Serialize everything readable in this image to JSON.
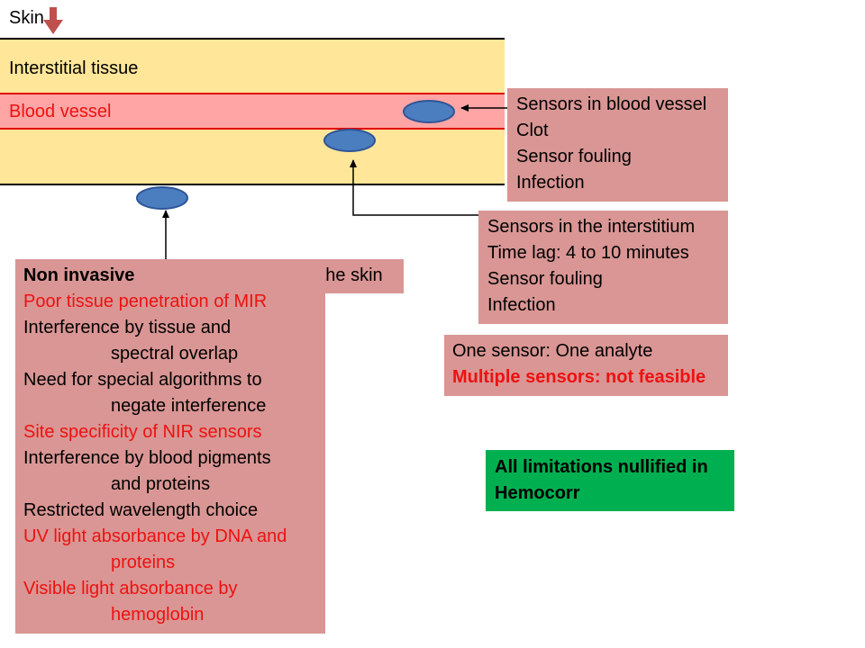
{
  "diagram": {
    "skin_label": "Skin",
    "interstitial_label": "Interstitial tissue",
    "blood_vessel_label": "Blood vessel",
    "colors": {
      "tissue": "#ffe699",
      "vessel": "#ffa5a5",
      "vessel_border": "#e00000",
      "sensor_fill": "#4a7ebf",
      "sensor_stroke": "#2f5597",
      "arrow_skin": "#c0504d",
      "callout": "#d99694",
      "highlight_box": "#00b050",
      "alert_text": "#ee1111"
    }
  },
  "callouts": {
    "blood_vessel": [
      "Sensors in blood vessel",
      "Clot",
      "Sensor fouling",
      "Infection"
    ],
    "interstitium": [
      "Sensors in the interstitium",
      "Time lag: 4 to 10 minutes",
      "Sensor fouling",
      "Infection"
    ],
    "skin_sensor_label": "Sensors on the skin",
    "non_invasive": {
      "heading": "Non invasive",
      "items": [
        {
          "lines": [
            "Poor tissue penetration of MIR"
          ],
          "red": true
        },
        {
          "lines": [
            "Interference by tissue and",
            "spectral overlap"
          ],
          "red": false
        },
        {
          "lines": [
            "Need for special algorithms to",
            "negate interference"
          ],
          "red": false
        },
        {
          "lines": [
            "Site specificity of NIR sensors"
          ],
          "red": true
        },
        {
          "lines": [
            "Interference by blood pigments",
            "and proteins"
          ],
          "red": false
        },
        {
          "lines": [
            "Restricted wavelength choice"
          ],
          "red": false
        },
        {
          "lines": [
            "UV light absorbance by DNA and",
            "proteins"
          ],
          "red": true
        },
        {
          "lines": [
            "Visible light absorbance by",
            "hemoglobin"
          ],
          "red": true
        }
      ]
    },
    "analyte": {
      "line1": "One sensor: One analyte",
      "line2": "Multiple sensors: not feasible"
    },
    "conclusion": {
      "line1": "All limitations nullified in",
      "line2": "Hemocorr"
    }
  }
}
